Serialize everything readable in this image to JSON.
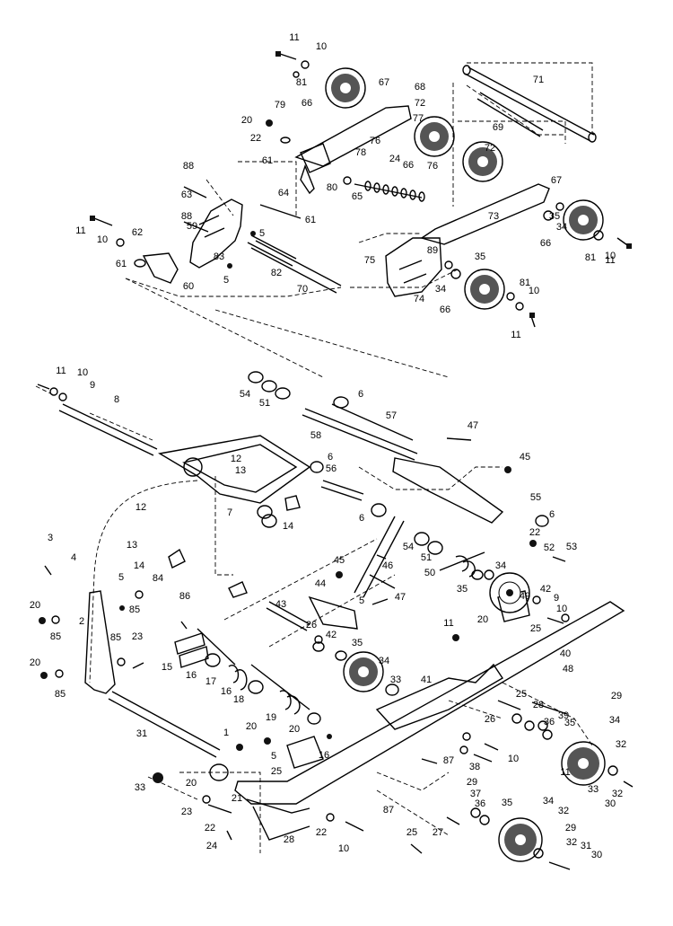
{
  "callouts": [
    "11",
    "10",
    "81",
    "66",
    "67",
    "68",
    "79",
    "72",
    "20",
    "22",
    "77",
    "76",
    "78",
    "61",
    "24",
    "66",
    "76",
    "69",
    "71",
    "72",
    "88",
    "64",
    "80",
    "65",
    "61",
    "63",
    "59",
    "5",
    "88",
    "11",
    "10",
    "62",
    "61",
    "83",
    "5",
    "60",
    "82",
    "70",
    "67",
    "73",
    "35",
    "34",
    "66",
    "81",
    "10",
    "11",
    "75",
    "74",
    "89",
    "35",
    "34",
    "81",
    "10",
    "66",
    "11",
    "11",
    "10",
    "9",
    "8",
    "54",
    "51",
    "6",
    "57",
    "58",
    "47",
    "45",
    "12",
    "13",
    "6",
    "56",
    "7",
    "6",
    "14",
    "55",
    "6",
    "52",
    "22",
    "53",
    "12",
    "13",
    "14",
    "3",
    "4",
    "5",
    "84",
    "85",
    "2",
    "20",
    "85",
    "23",
    "85",
    "20",
    "85",
    "86",
    "15",
    "16",
    "17",
    "18",
    "16",
    "19",
    "45",
    "46",
    "43",
    "44",
    "5",
    "47",
    "54",
    "51",
    "50",
    "35",
    "34",
    "49",
    "42",
    "9",
    "10",
    "11",
    "20",
    "25",
    "26",
    "42",
    "35",
    "34",
    "33",
    "41",
    "40",
    "48",
    "25",
    "29",
    "28",
    "39",
    "36",
    "35",
    "34",
    "32",
    "31",
    "1",
    "20",
    "20",
    "16",
    "5",
    "25",
    "26",
    "10",
    "87",
    "38",
    "11",
    "33",
    "32",
    "30",
    "29",
    "37",
    "36",
    "35",
    "34",
    "32",
    "33",
    "20",
    "21",
    "23",
    "22",
    "24",
    "22",
    "10",
    "87",
    "25",
    "28",
    "27",
    "29",
    "32",
    "31",
    "30",
    "29"
  ]
}
